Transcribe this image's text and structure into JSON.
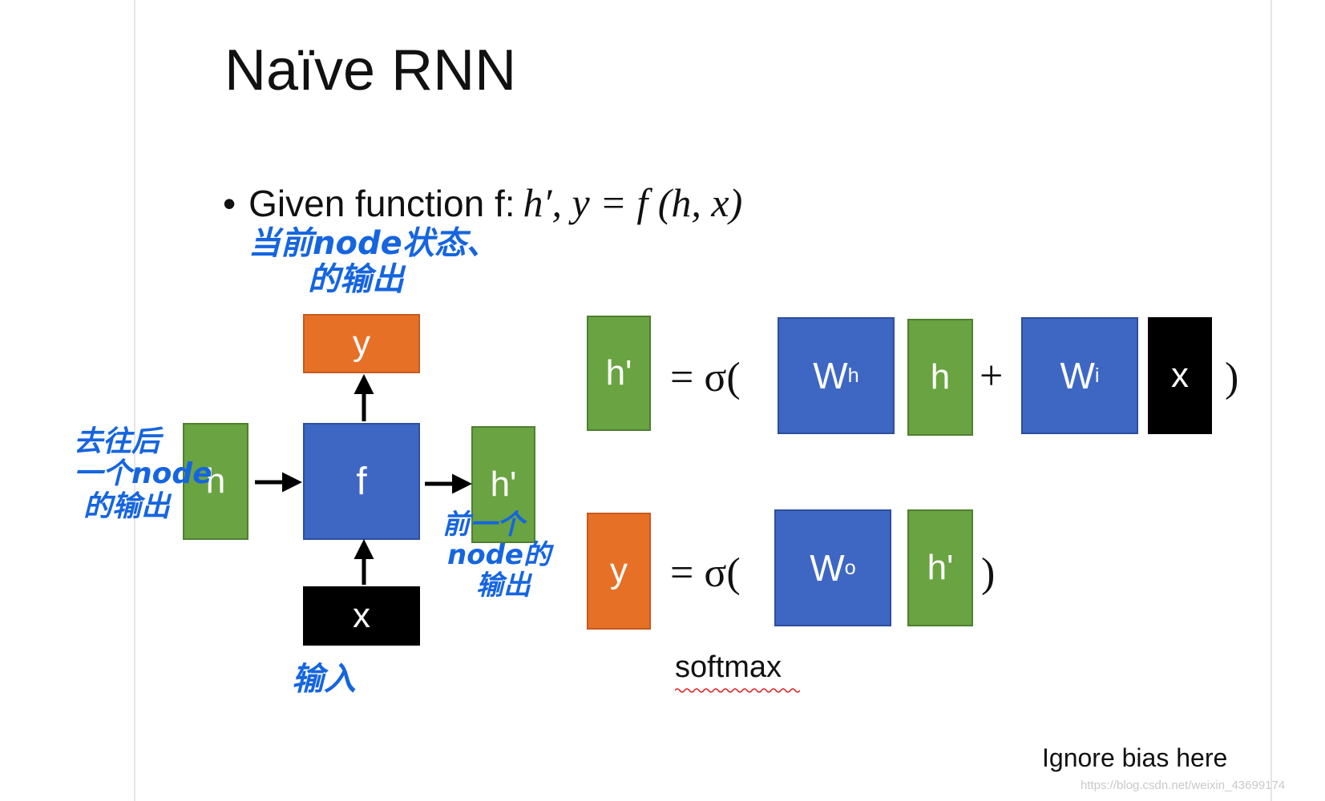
{
  "slide": {
    "title": "Naïve RNN",
    "bullet": {
      "symbol": "•",
      "text": "Given function f:",
      "formula": "h′, y = f (h, x)"
    }
  },
  "diagram": {
    "input_h": "h",
    "function": "f",
    "output_h": "h'",
    "output_y": "y",
    "input_x": "x"
  },
  "equation1": {
    "lhs": "h'",
    "eq": "= σ(",
    "w_h": "W",
    "w_h_sup": "h",
    "h": "h",
    "plus": "+",
    "w_i": "W",
    "w_i_sup": "i",
    "x": "x",
    "close": ")"
  },
  "equation2": {
    "lhs": "y",
    "eq": "= σ(",
    "w_o": "W",
    "w_o_sup": "o",
    "h_prime": "h'",
    "close": ")",
    "activation": "softmax"
  },
  "notes": {
    "top_line1": "当前node状态、",
    "top_line2": "的输出",
    "left_line1": "去往后",
    "left_line2": "一个node",
    "left_line3": "的输出",
    "right_line1": "前一个",
    "right_line2": "node的",
    "right_line3": "输出",
    "bottom": "输入"
  },
  "footer": {
    "ignore": "Ignore bias here",
    "watermark": "https://blog.csdn.net/weixin_43699174"
  },
  "colors": {
    "green": "#6aa341",
    "blue": "#3e67c4",
    "orange": "#e77027",
    "black": "#000000",
    "annotation": "#1565e0"
  }
}
